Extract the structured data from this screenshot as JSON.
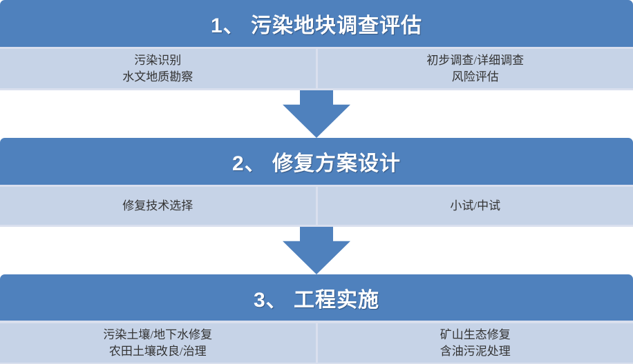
{
  "colors": {
    "header_bg": "#4F81BD",
    "band_bg": "#C6D3E7",
    "strip": "#D9DFEE",
    "header_text": "#FFFFFF",
    "body_text": "#333333",
    "arrow": "#4F81BD",
    "page_bg": "#FFFFFF"
  },
  "stages": [
    {
      "title": "1、 污染地块调查评估",
      "left_items": [
        "污染识别",
        "水文地质勘察"
      ],
      "right_items": [
        "初步调查/详细调查",
        "风险评估"
      ]
    },
    {
      "title": "2、 修复方案设计",
      "left_items": [
        "修复技术选择"
      ],
      "right_items": [
        "小试/中试"
      ]
    },
    {
      "title": "3、 工程实施",
      "left_items": [
        "污染土壤/地下水修复",
        "农田土壤改良/治理"
      ],
      "right_items": [
        "矿山生态修复",
        "含油污泥处理"
      ]
    }
  ]
}
